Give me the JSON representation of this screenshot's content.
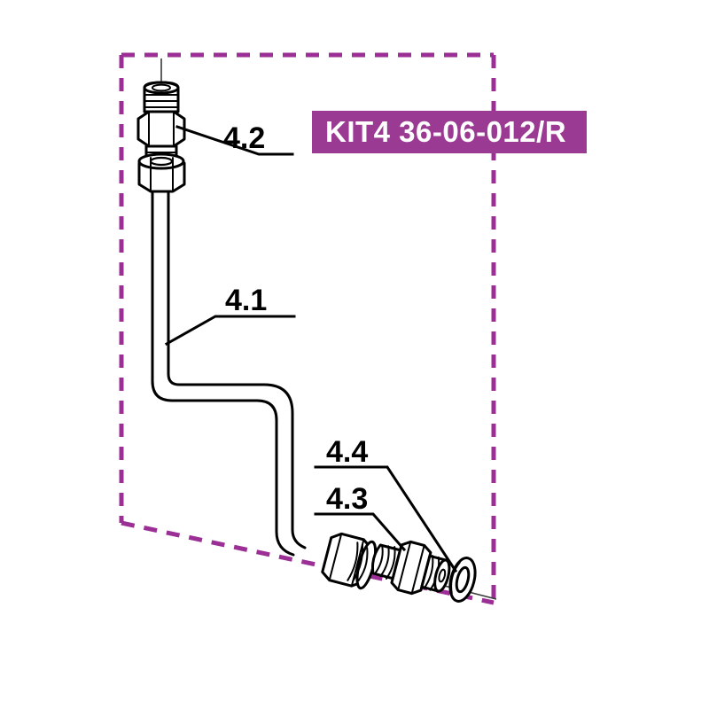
{
  "diagram": {
    "title_banner": {
      "label": "KIT4 36-06-012/R",
      "background_color": "#9B3A93",
      "text_color": "#FFFFFF"
    },
    "border": {
      "style": "dashed",
      "color": "#9B2F96",
      "shape": "open-polygon"
    },
    "background_color": "#FFFFFF",
    "line_color": "#000000",
    "callouts": [
      {
        "id": "4.2",
        "label": "4.2",
        "part": "threaded-union-fitting"
      },
      {
        "id": "4.1",
        "label": "4.1",
        "part": "bent-tube-line"
      },
      {
        "id": "4.4",
        "label": "4.4",
        "part": "sealing-washer-ring"
      },
      {
        "id": "4.3",
        "label": "4.3",
        "part": "threaded-adapter-nipple"
      }
    ],
    "parts": [
      {
        "ref": "4.2",
        "name": "upper-threaded-fitting"
      },
      {
        "ref": "4.1",
        "name": "bent-metal-tube"
      },
      {
        "ref": "4.3",
        "name": "lower-threaded-adapter"
      },
      {
        "ref": "4.4",
        "name": "sealing-washer"
      }
    ]
  }
}
